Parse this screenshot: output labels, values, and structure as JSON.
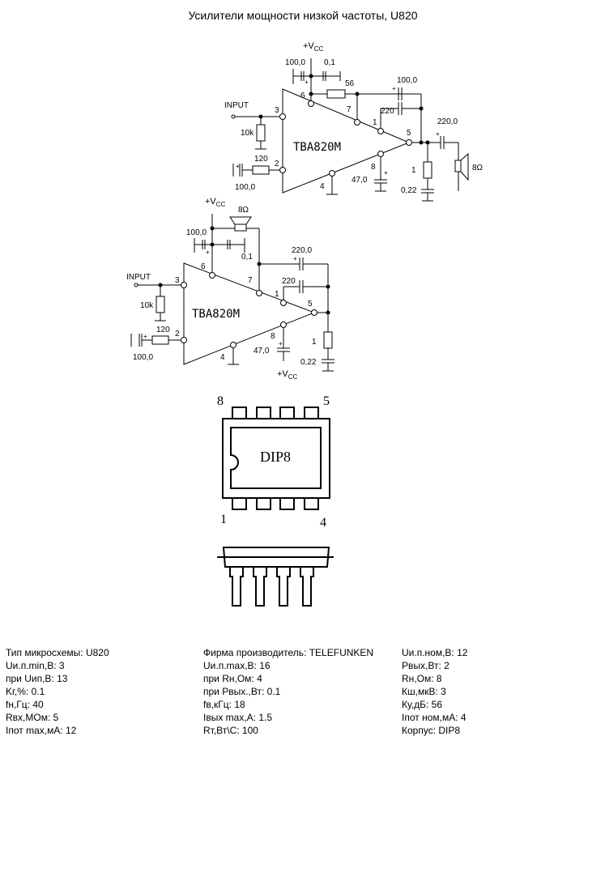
{
  "title": "Усилители мощности низкой частоты, U820",
  "circuit1": {
    "vcc": "+V",
    "vcc_sub": "CC",
    "c_supply_elec": "100,0",
    "c_supply": "0,1",
    "r_bootstrap": "56",
    "c_bootstrap": "100,0",
    "c_comp": "220",
    "c_out": "220,0",
    "speaker": "8Ω",
    "input": "INPUT",
    "r_in": "10k",
    "r_fb": "120",
    "c_fb": "100,0",
    "chip": "TBA820M",
    "c_ripple": "47,0",
    "r_zobel": "1",
    "c_zobel": "0,22",
    "pins": [
      "3",
      "6",
      "7",
      "1",
      "5",
      "2",
      "4",
      "8"
    ]
  },
  "circuit2": {
    "vcc": "+V",
    "vcc_sub": "CC",
    "speaker": "8Ω",
    "c_supply_elec": "100,0",
    "c_supply": "0,1",
    "c_out": "220,0",
    "c_comp": "220",
    "input": "INPUT",
    "r_in": "10k",
    "r_fb": "120",
    "c_fb": "100,0",
    "chip": "TBA820M",
    "c_ripple": "47,0",
    "r_zobel": "1",
    "c_zobel": "0,22",
    "vcc_bottom": "+V",
    "vcc_bottom_sub": "CC",
    "pins": [
      "3",
      "6",
      "7",
      "1",
      "5",
      "2",
      "4",
      "8"
    ]
  },
  "package": {
    "name": "DIP8",
    "pin_8": "8",
    "pin_5": "5",
    "pin_1": "1",
    "pin_4": "4"
  },
  "specs": {
    "col1": [
      "Тип микросхемы: U820",
      "Uи.п.min,В: 3",
      "при Uип,В: 13",
      "Kг,%: 0.1",
      "fн,Гц: 40",
      "Rвх,МОм: 5",
      "Iпот max,мА: 12"
    ],
    "col2": [
      "Фирма производитель: TELEFUNKEN",
      "Uи.п.max,В: 16",
      "при Rн,Ом: 4",
      "при Pвых.,Вт: 0.1",
      "fв,кГц: 18",
      "Iвых max,А: 1.5",
      "Rт,Вт\\С: 100"
    ],
    "col3": [
      "Uи.п.ном,В: 12",
      "Pвых,Вт: 2",
      "Rн,Ом: 8",
      "Кш,мкВ: 3",
      "Ку,дБ: 56",
      "Iпот ном,мА: 4",
      "Корпус: DIP8"
    ]
  }
}
